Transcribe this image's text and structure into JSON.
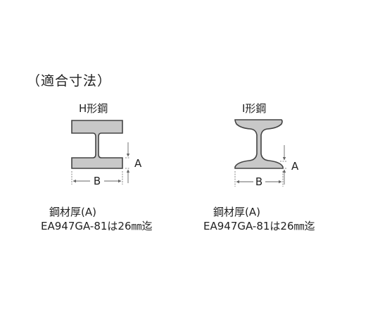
{
  "section_title": "（適合寸法）",
  "h_beam": {
    "label": "H形鋼",
    "dim_a": "A",
    "dim_b": "B"
  },
  "i_beam": {
    "label": "I形鋼",
    "dim_a": "A",
    "dim_b": "B"
  },
  "h_note": {
    "line1": "鋼材厚(A)",
    "line2": "EA947GA-81は26㎜迄"
  },
  "i_note": {
    "line1": "鋼材厚(A)",
    "line2": "EA947GA-81は26㎜迄"
  },
  "colors": {
    "beam_fill": "#c8c8c8",
    "beam_stroke": "#444444",
    "dim_line": "#666666"
  }
}
